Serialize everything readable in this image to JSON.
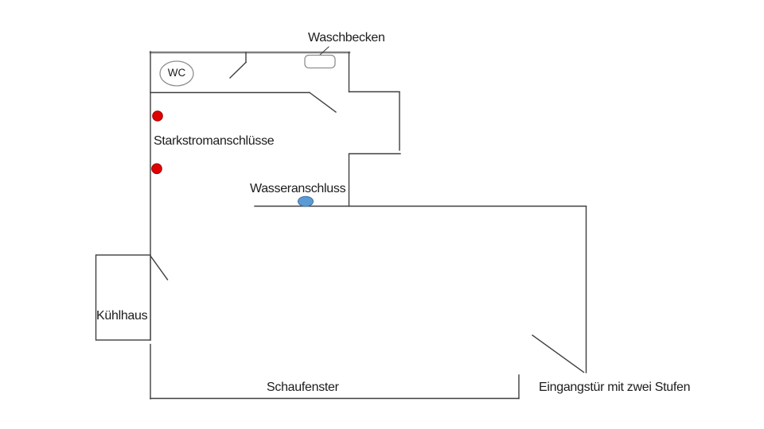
{
  "labels": {
    "waschbecken": "Waschbecken",
    "wc": "WC",
    "starkstrom": "Starkstromanschlüsse",
    "wasser": "Wasseranschluss",
    "kuehlhaus": "Kühlhaus",
    "schaufenster": "Schaufenster",
    "eingang": "Eingangstür mit zwei Stufen"
  },
  "markers": {
    "power_connection_dots": 2,
    "water_connection_dots": 1
  },
  "colors": {
    "background": "#ffffff",
    "wall": "#3f3f3f",
    "outer_wall": "#7f7f7f",
    "fixture": "#8f8f8f",
    "text": "#1c1c1c",
    "power_red": "#e00000",
    "power_red_border": "#9a0000",
    "water_blue": "#5b9bd5",
    "water_blue_border": "#41719c"
  }
}
